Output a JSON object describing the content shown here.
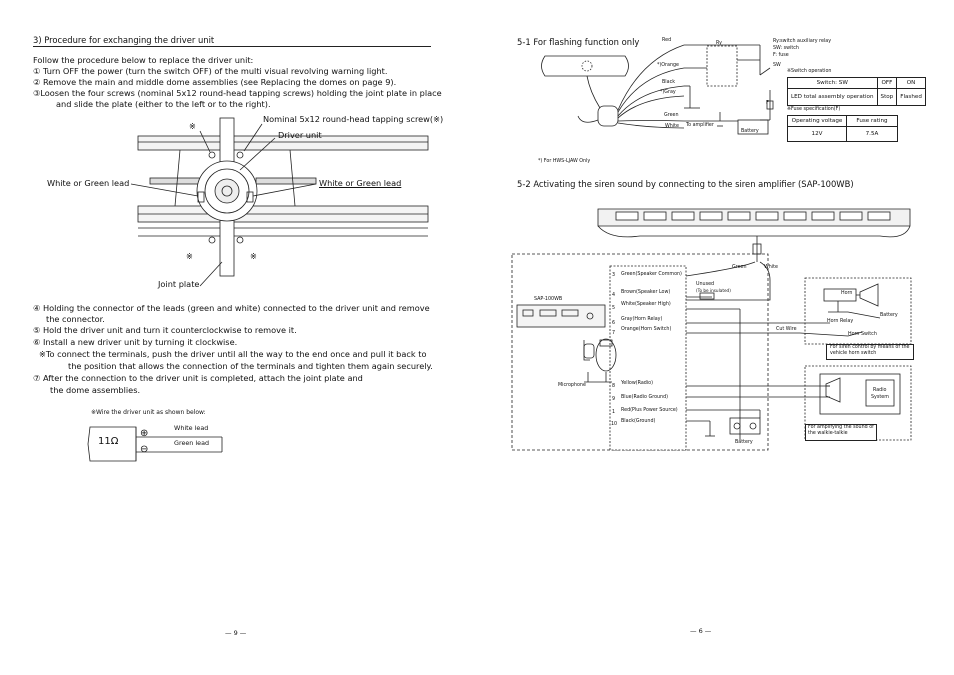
{
  "left": {
    "section_title": "3) Procedure for exchanging the driver unit",
    "intro": "Follow the procedure below to replace the driver unit:",
    "steps_a": [
      "① Turn OFF the power (turn the switch OFF) of the multi visual revolving warning light.",
      "② Remove the main and middle dome assemblies (see Replacing the domes on page 9).",
      "③Loosen the four screws (nominal 5x12 round-head tapping screws) holding the joint plate in place",
      "and slide the plate (either to the left or to the right)."
    ],
    "fig1": {
      "screw_label": "Nominal 5x12 round-head tapping screw(※)",
      "driver_label": "Driver unit",
      "lead_left": "White or Green lead",
      "lead_right": "White or Green lead",
      "joint_label": "Joint plate",
      "mark": "※"
    },
    "steps_b": [
      "④ Holding the connector of the leads (green and white) connected to the driver unit and remove",
      "the connector.",
      "⑤ Hold the driver unit and turn it counterclockwise to remove it.",
      "⑥ Install a new driver unit by turning it clockwise.",
      "※To connect the terminals, push the driver until all the way to the end once and pull it back to",
      "the position that allows the connection of the terminals and tighten them again securely.",
      "⑦ After the connection to the driver unit is completed, attach the joint plate and",
      "the dome assemblies."
    ],
    "wire_note": "※Wire the driver unit as shown below:",
    "wire_fig": {
      "ohm": "11Ω",
      "white": "White lead",
      "green": "Green lead",
      "plus": "⊕",
      "minus": "⊖"
    },
    "page": "— 9 —"
  },
  "right": {
    "s51_title": "5-1 For flashing function only",
    "flash": {
      "red": "Red",
      "orange": "*)Orange",
      "black": "Black",
      "gray": "*)Gray",
      "green": "Green",
      "white": "White",
      "to_amp": "To amplifier",
      "ry": "Ry",
      "sw": "SW",
      "f": "F",
      "battery": "Battery",
      "legend": [
        "Ry:switch auxiliary relay",
        "SW: switch",
        "F: fuse"
      ],
      "sw_op_title": "※Switch operation",
      "sw_head": [
        "Switch: SW",
        "OFF",
        "ON"
      ],
      "sw_row": [
        "LED total assembly operation",
        "Stop",
        "Flashed"
      ],
      "fuse_title": "※Fuse specification(F)",
      "fuse_head": [
        "Operating voltage",
        "Fuse rating"
      ],
      "fuse_row": [
        "12V",
        "7.5A"
      ],
      "footnote": "*) For HWS-LJAW Only"
    },
    "s52_title": "5-2 Activating the siren sound by connecting to the siren amplifier (SAP-100WB)",
    "siren": {
      "green": "Green",
      "white": "White",
      "amp": "SAP-100WB",
      "mic": "Microphone",
      "pins": [
        "3",
        "4",
        "5",
        "6",
        "7",
        "8",
        "9",
        "1",
        "10"
      ],
      "wires": [
        "Green(Speaker Common)",
        "Brown(Speaker Low)",
        "White(Speaker High)",
        "Gray(Horn Relay)",
        "Orange(Horn Switch)",
        "Yellow(Radio)",
        "Blue(Radio Ground)",
        "Red(Plus Power Source)",
        "Black(Ground)"
      ],
      "unused": [
        "Unused",
        "(To be insulated)"
      ],
      "horn": "Horn",
      "horn_relay": "Horn Relay",
      "battery": "Battery",
      "cut_wire": "Cut Wire",
      "horn_switch": "Horn Switch",
      "note1": [
        "For siren control by means of the",
        "vehicle horn switch"
      ],
      "radio": [
        "Radio",
        "System"
      ],
      "note2": [
        "For amplifying the sound of",
        "the walkie-talkie"
      ],
      "battery2": "Battery"
    },
    "page": "— 6 —"
  }
}
